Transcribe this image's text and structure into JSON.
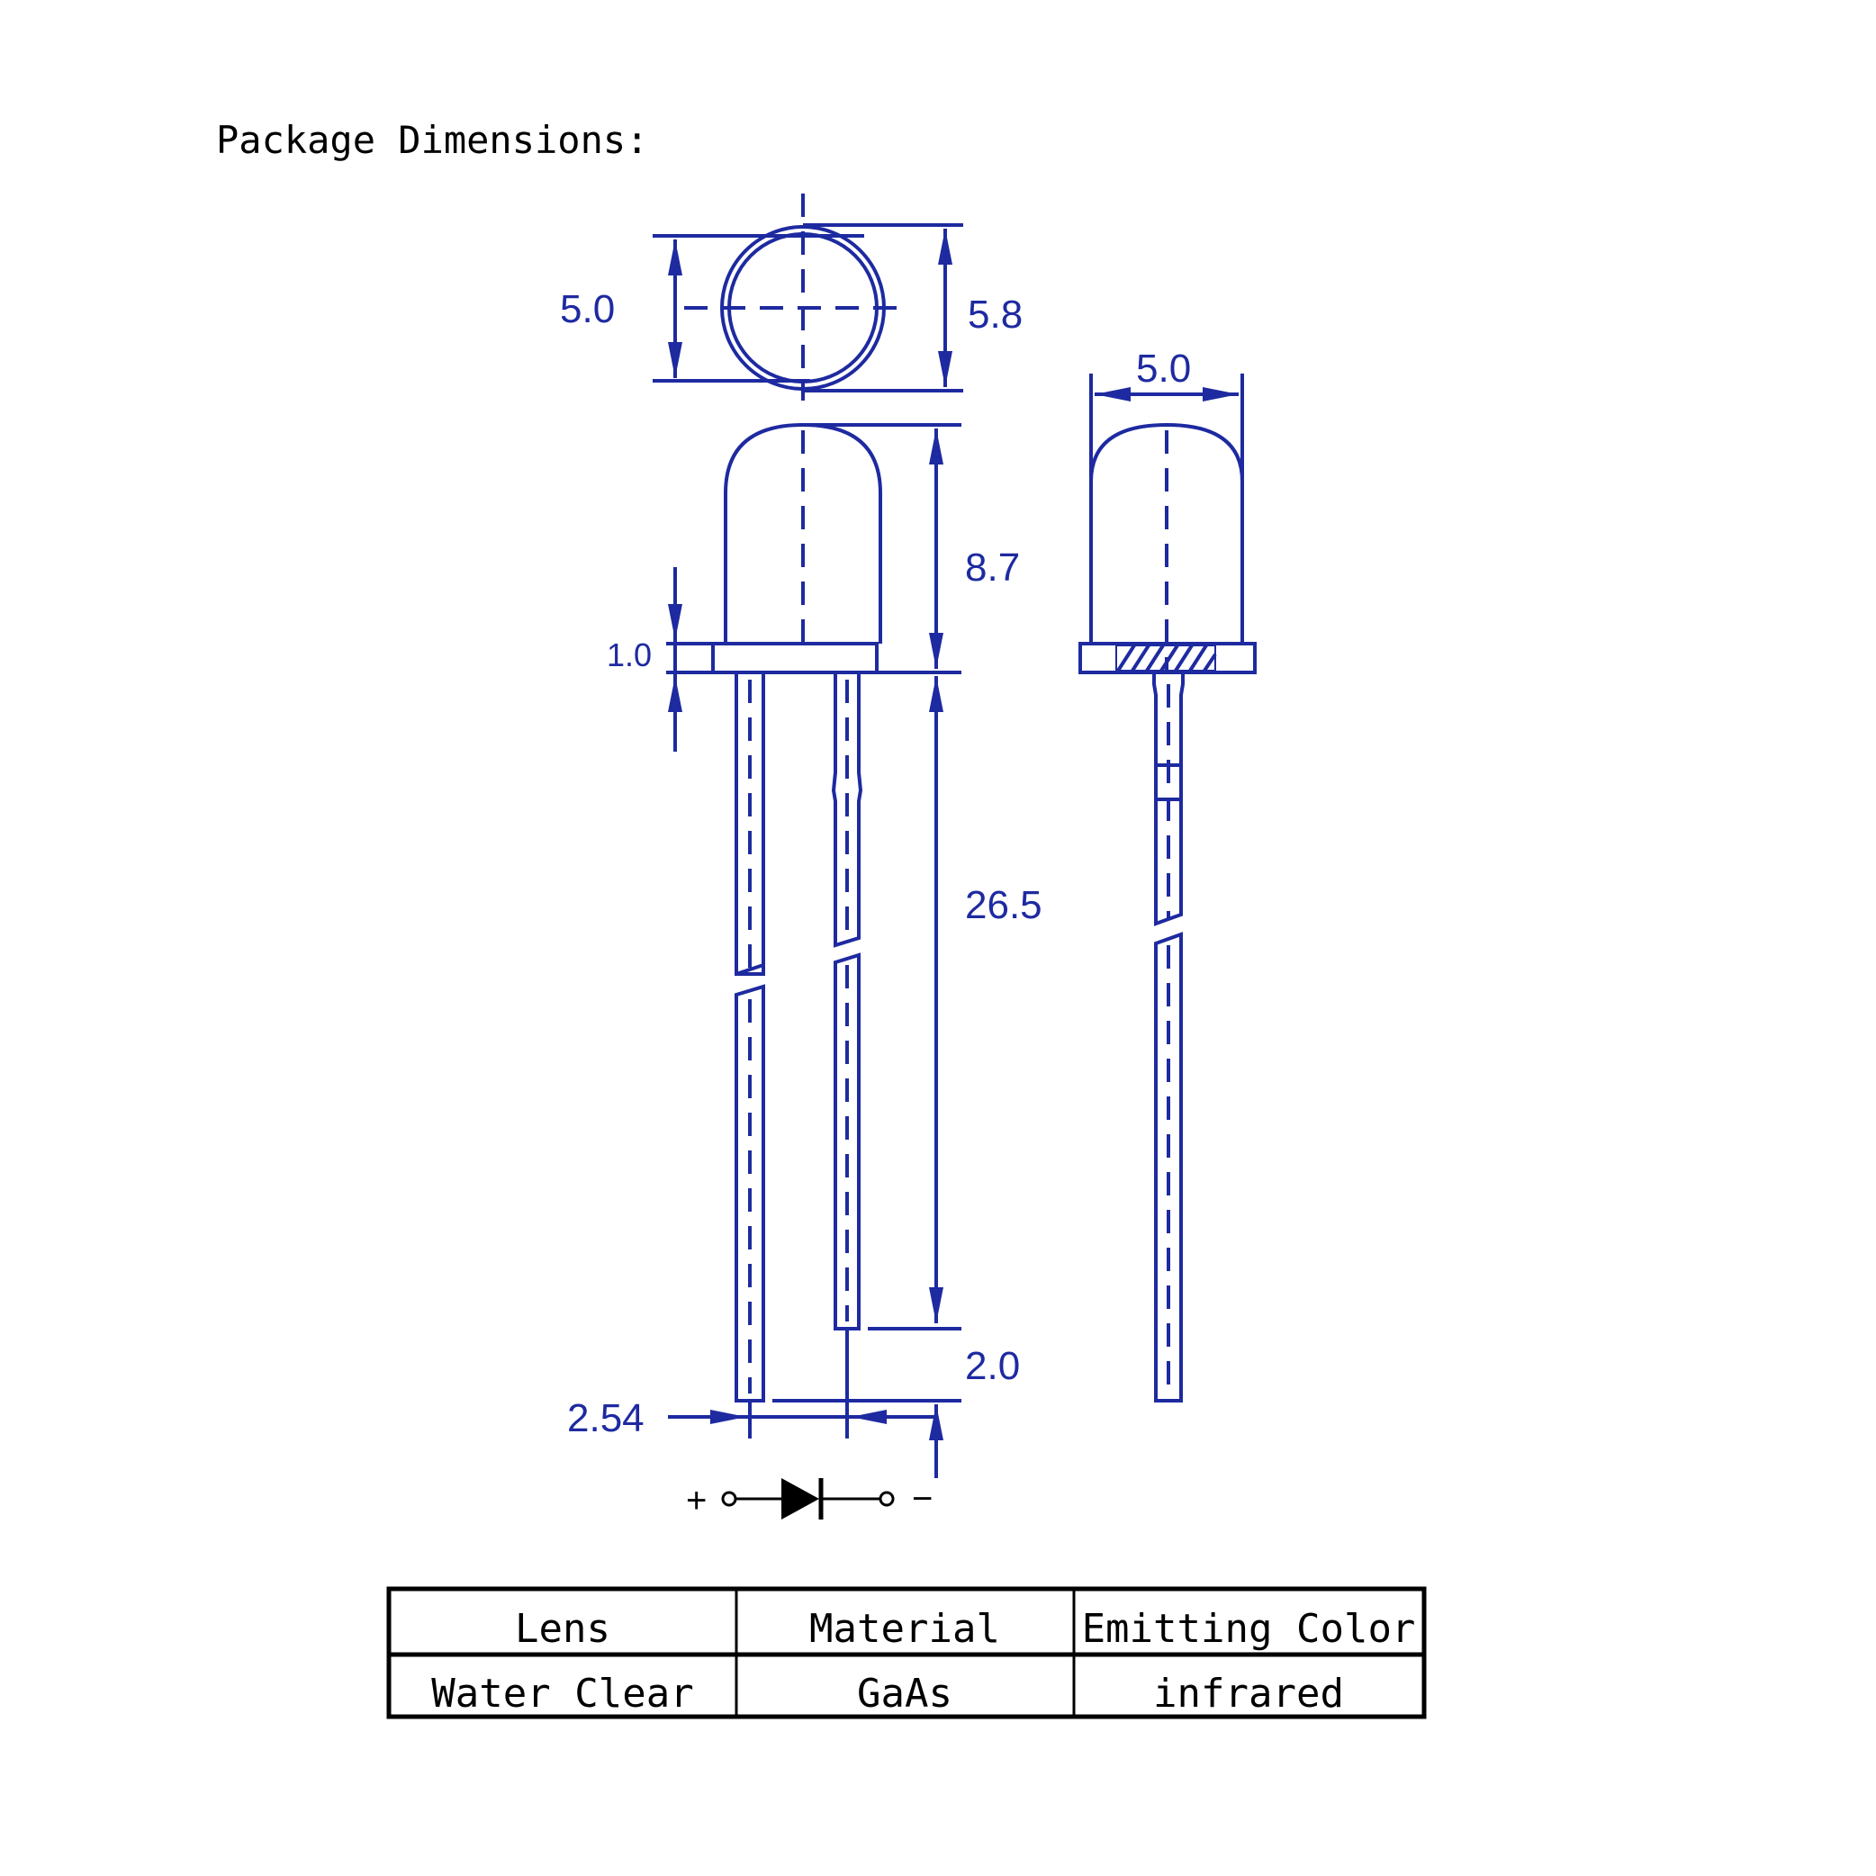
{
  "title": "Package Dimensions:",
  "dimensions": {
    "top_view_inner": "5.0",
    "top_view_outer": "5.8",
    "side_view_width": "5.0",
    "lens_height": "8.7",
    "flange_height": "1.0",
    "lead_length": "26.5",
    "lead_offset": "2.0",
    "lead_spacing": "2.54"
  },
  "polarity": {
    "anode": "+",
    "cathode": "−"
  },
  "table": {
    "headers": [
      "Lens",
      "Material",
      "Emitting Color"
    ],
    "row": [
      "Water Clear",
      "GaAs",
      "infrared"
    ]
  },
  "colors": {
    "drawing": "#1e2aa0",
    "text": "#000000",
    "background": "#ffffff"
  }
}
